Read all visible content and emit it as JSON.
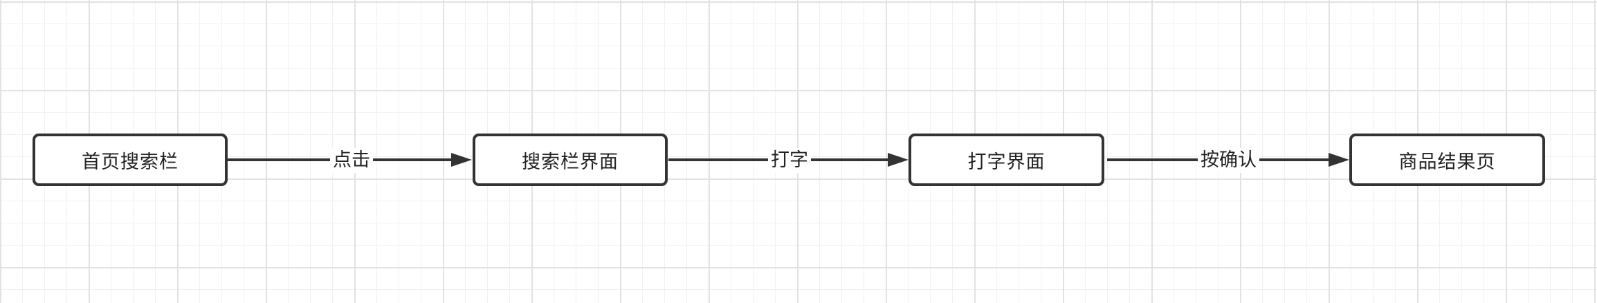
{
  "diagram": {
    "nodes": [
      {
        "label": "首页搜索栏"
      },
      {
        "label": "搜索栏界面"
      },
      {
        "label": "打字界面"
      },
      {
        "label": "商品结果页"
      }
    ],
    "edges": [
      {
        "label": "点击"
      },
      {
        "label": "打字"
      },
      {
        "label": "按确认"
      }
    ],
    "colors": {
      "stroke": "#333333",
      "text": "#222222",
      "grid_major": "#e2e2e2",
      "grid_minor": "#f1f1f1",
      "background": "#ffffff"
    }
  }
}
